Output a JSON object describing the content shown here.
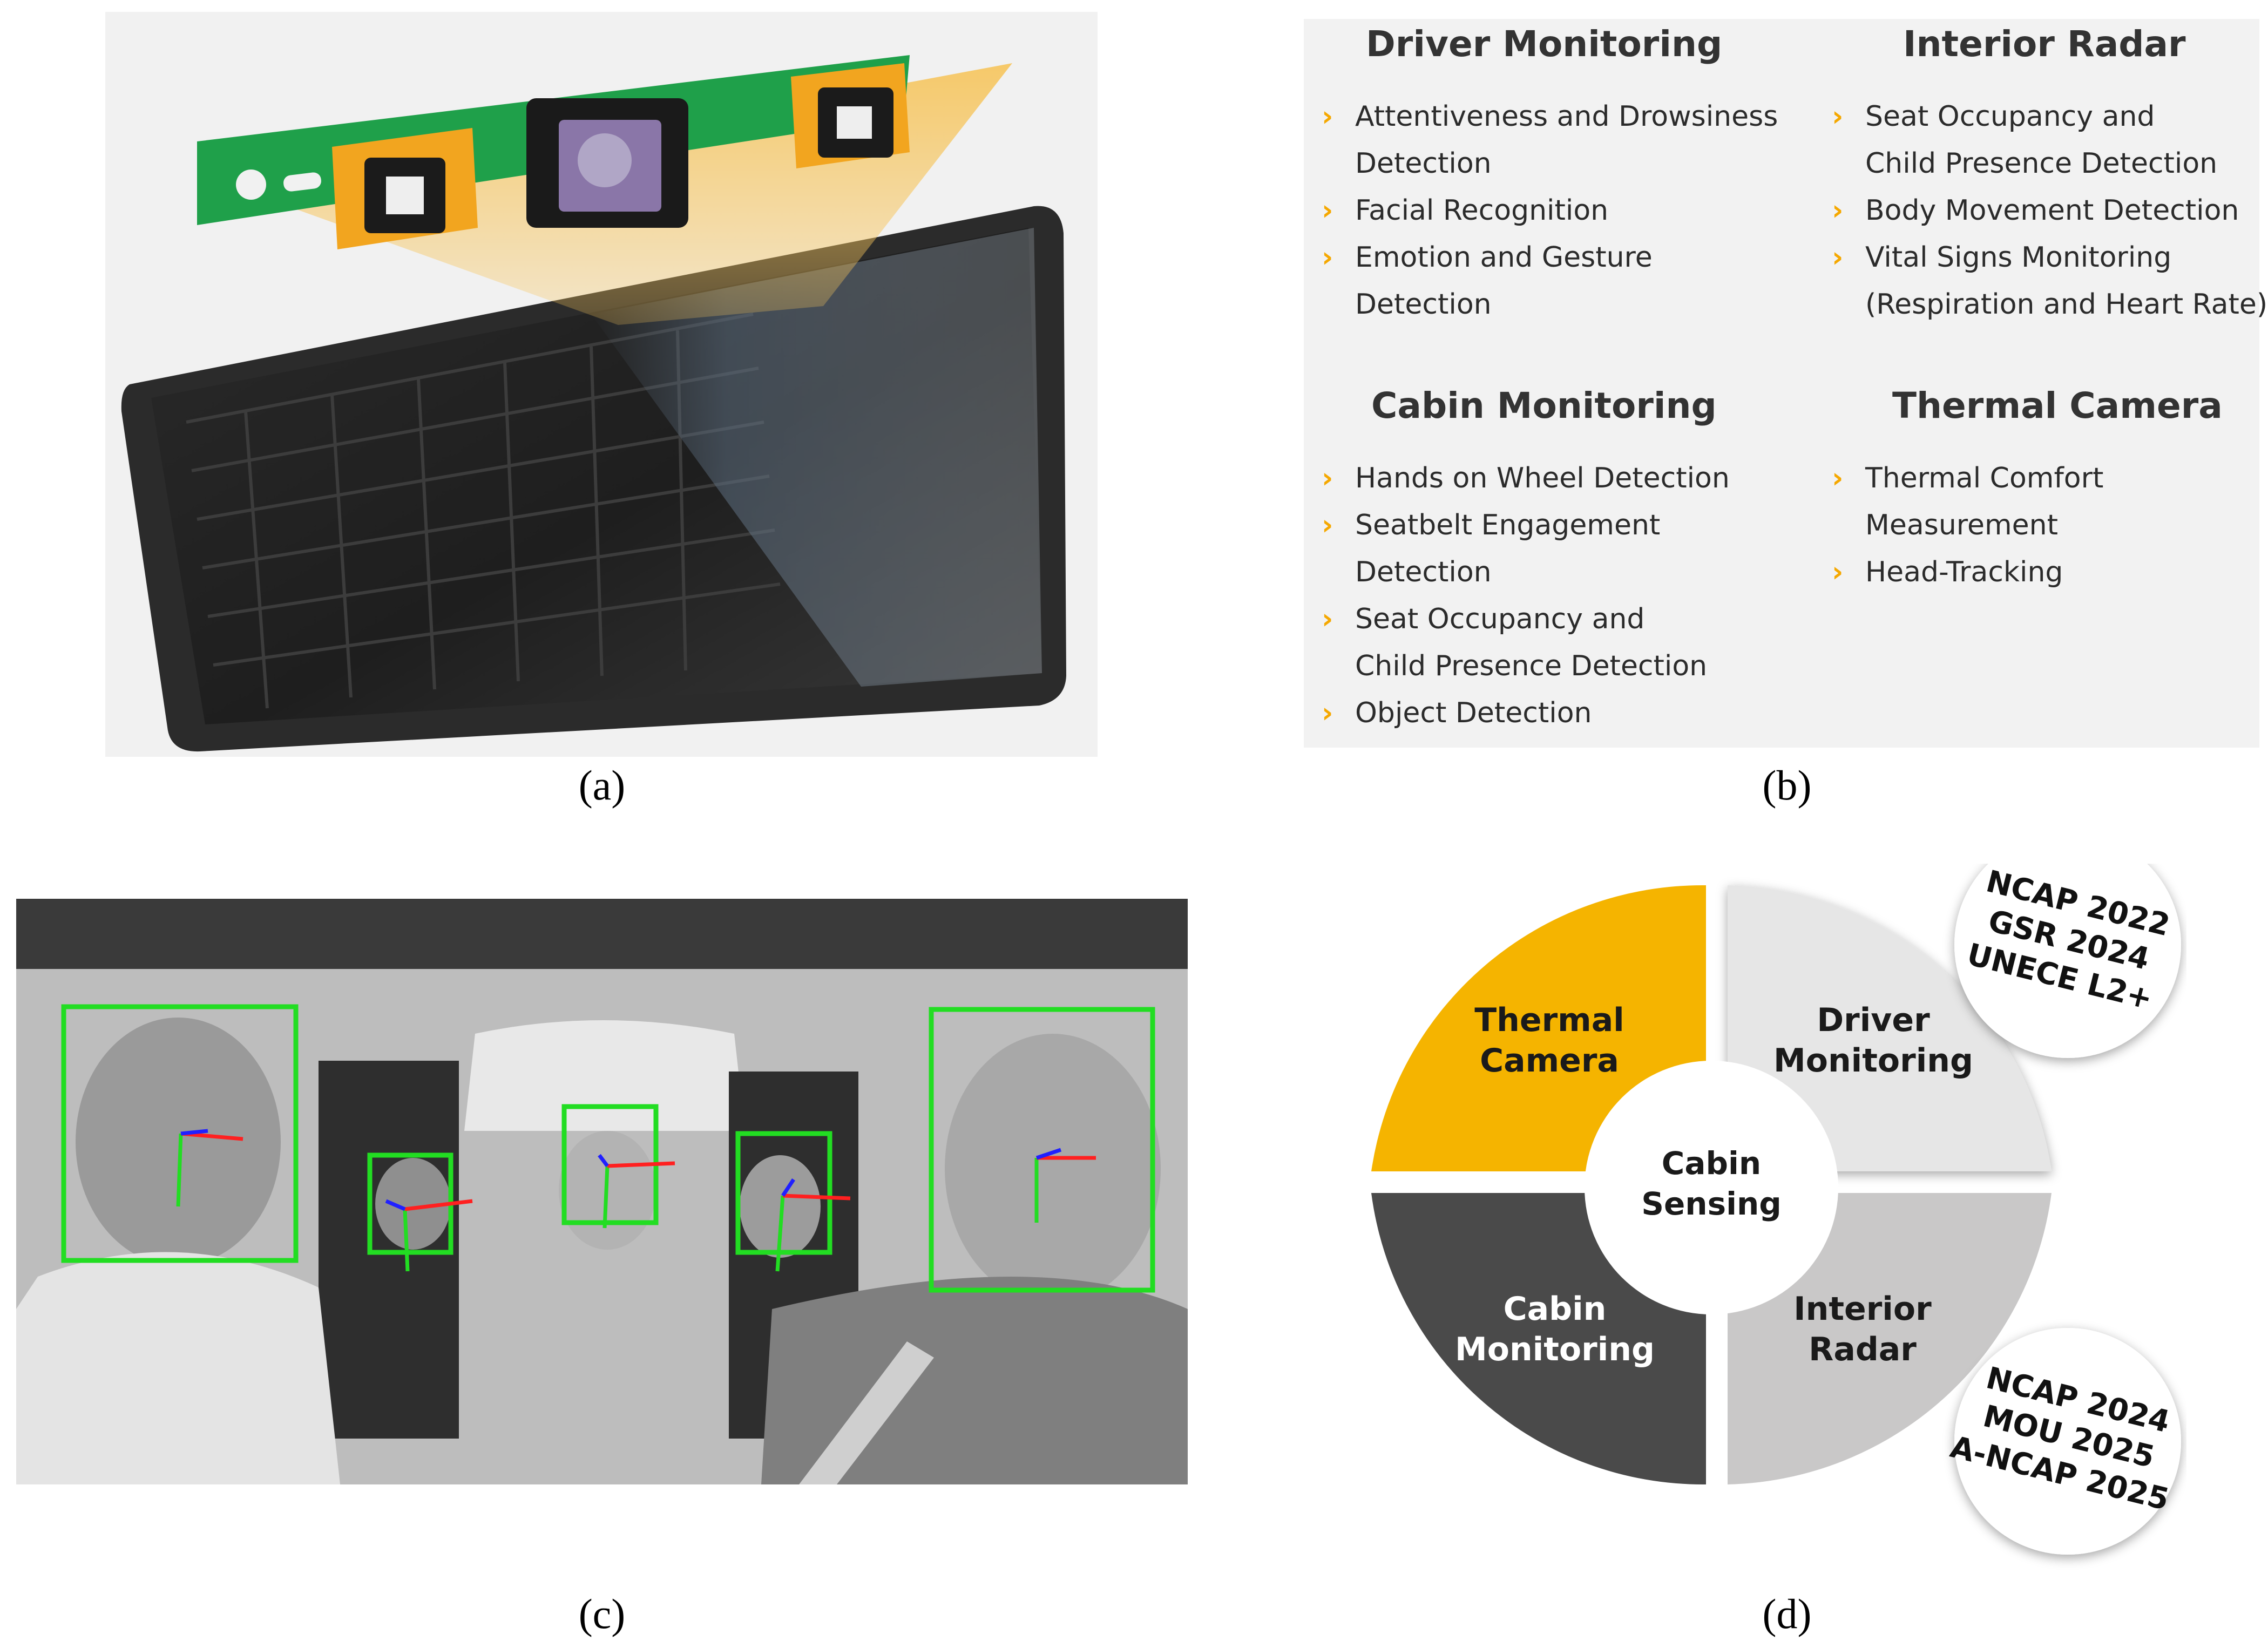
{
  "captions": {
    "a": "(a)",
    "b": "(b)",
    "c": "(c)",
    "d": "(d)"
  },
  "features": {
    "driver_monitoring": {
      "title": "Driver Monitoring",
      "items": [
        "Attentiveness and Drowsiness",
        "Detection",
        "Facial Recognition",
        "Emotion and Gesture",
        "Detection"
      ]
    },
    "interior_radar": {
      "title": "Interior Radar",
      "items": [
        "Seat Occupancy and",
        "Child Presence Detection",
        "Body Movement Detection",
        "Vital Signs Monitoring",
        "(Respiration and Heart Rate)"
      ]
    },
    "cabin_monitoring": {
      "title": "Cabin Monitoring",
      "items": [
        "Hands on Wheel Detection",
        "Seatbelt Engagement",
        "Detection",
        "Seat Occupancy and",
        "Child Presence Detection",
        "Object Detection"
      ]
    },
    "thermal_camera": {
      "title": "Thermal Camera",
      "items": [
        "Thermal Comfort",
        "Measurement",
        "Head-Tracking"
      ]
    },
    "bullet_lines": {
      "driver_monitoring": [
        true,
        false,
        true,
        true,
        false
      ],
      "interior_radar": [
        true,
        false,
        true,
        true,
        false
      ],
      "cabin_monitoring": [
        true,
        true,
        false,
        true,
        false,
        true
      ],
      "thermal_camera": [
        true,
        false,
        true
      ]
    }
  },
  "diagram": {
    "center": {
      "line1": "Cabin",
      "line2": "Sensing"
    },
    "quadrants": {
      "thermal": {
        "line1": "Thermal",
        "line2": "Camera",
        "color": "#f5b400"
      },
      "driver": {
        "line1": "Driver",
        "line2": "Monitoring",
        "color": "#e6e6e6"
      },
      "cabin": {
        "line1": "Cabin",
        "line2": "Monitoring",
        "color": "#4a4a4a"
      },
      "radar": {
        "line1": "Interior",
        "line2": "Radar",
        "color": "#c9c8c8"
      }
    },
    "badge_top": [
      "NCAP 2022",
      "GSR 2024",
      "UNECE L2+"
    ],
    "badge_bottom": [
      "NCAP 2024",
      "MOU 2025",
      "A-NCAP 2025"
    ]
  },
  "colors": {
    "accent": "#f5a800",
    "face_box": "#22dd22"
  }
}
